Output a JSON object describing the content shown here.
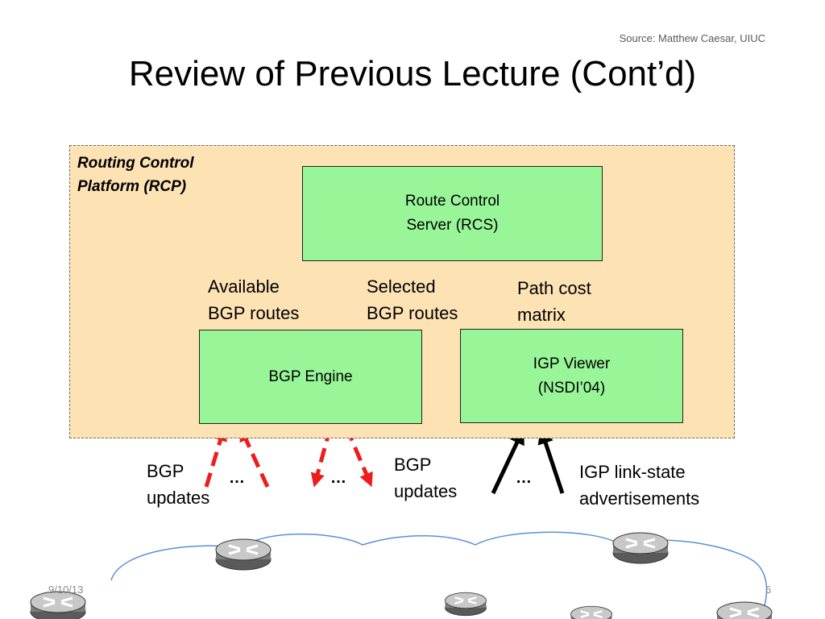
{
  "slide": {
    "source": "Source: Matthew Caesar, UIUC",
    "title": "Review of Previous Lecture (Cont’d)",
    "footer_date": "9/10/13",
    "slide_number": "6"
  },
  "rcp": {
    "label": "Routing Control\nPlatform (RCP)",
    "rcs": "Route Control\nServer (RCS)",
    "bgp_engine": "BGP Engine",
    "igp_viewer": "IGP Viewer\n(NSDI’04)"
  },
  "labels": {
    "available": "Available\nBGP routes",
    "selected": "Selected\nBGP routes",
    "path_cost": "Path cost\nmatrix",
    "bgp_updates_left": "BGP\nupdates",
    "bgp_updates_right": "BGP\nupdates",
    "igp_adverts": "IGP link-state\nadvertisements",
    "ellipsis": "…"
  },
  "colors": {
    "rcp_fill": "#fde2b4",
    "box_fill": "#98f598",
    "bgp_arrow": "#ee1c1c",
    "cloud": "#5b8fd6"
  },
  "icons": [
    "router-icon"
  ]
}
